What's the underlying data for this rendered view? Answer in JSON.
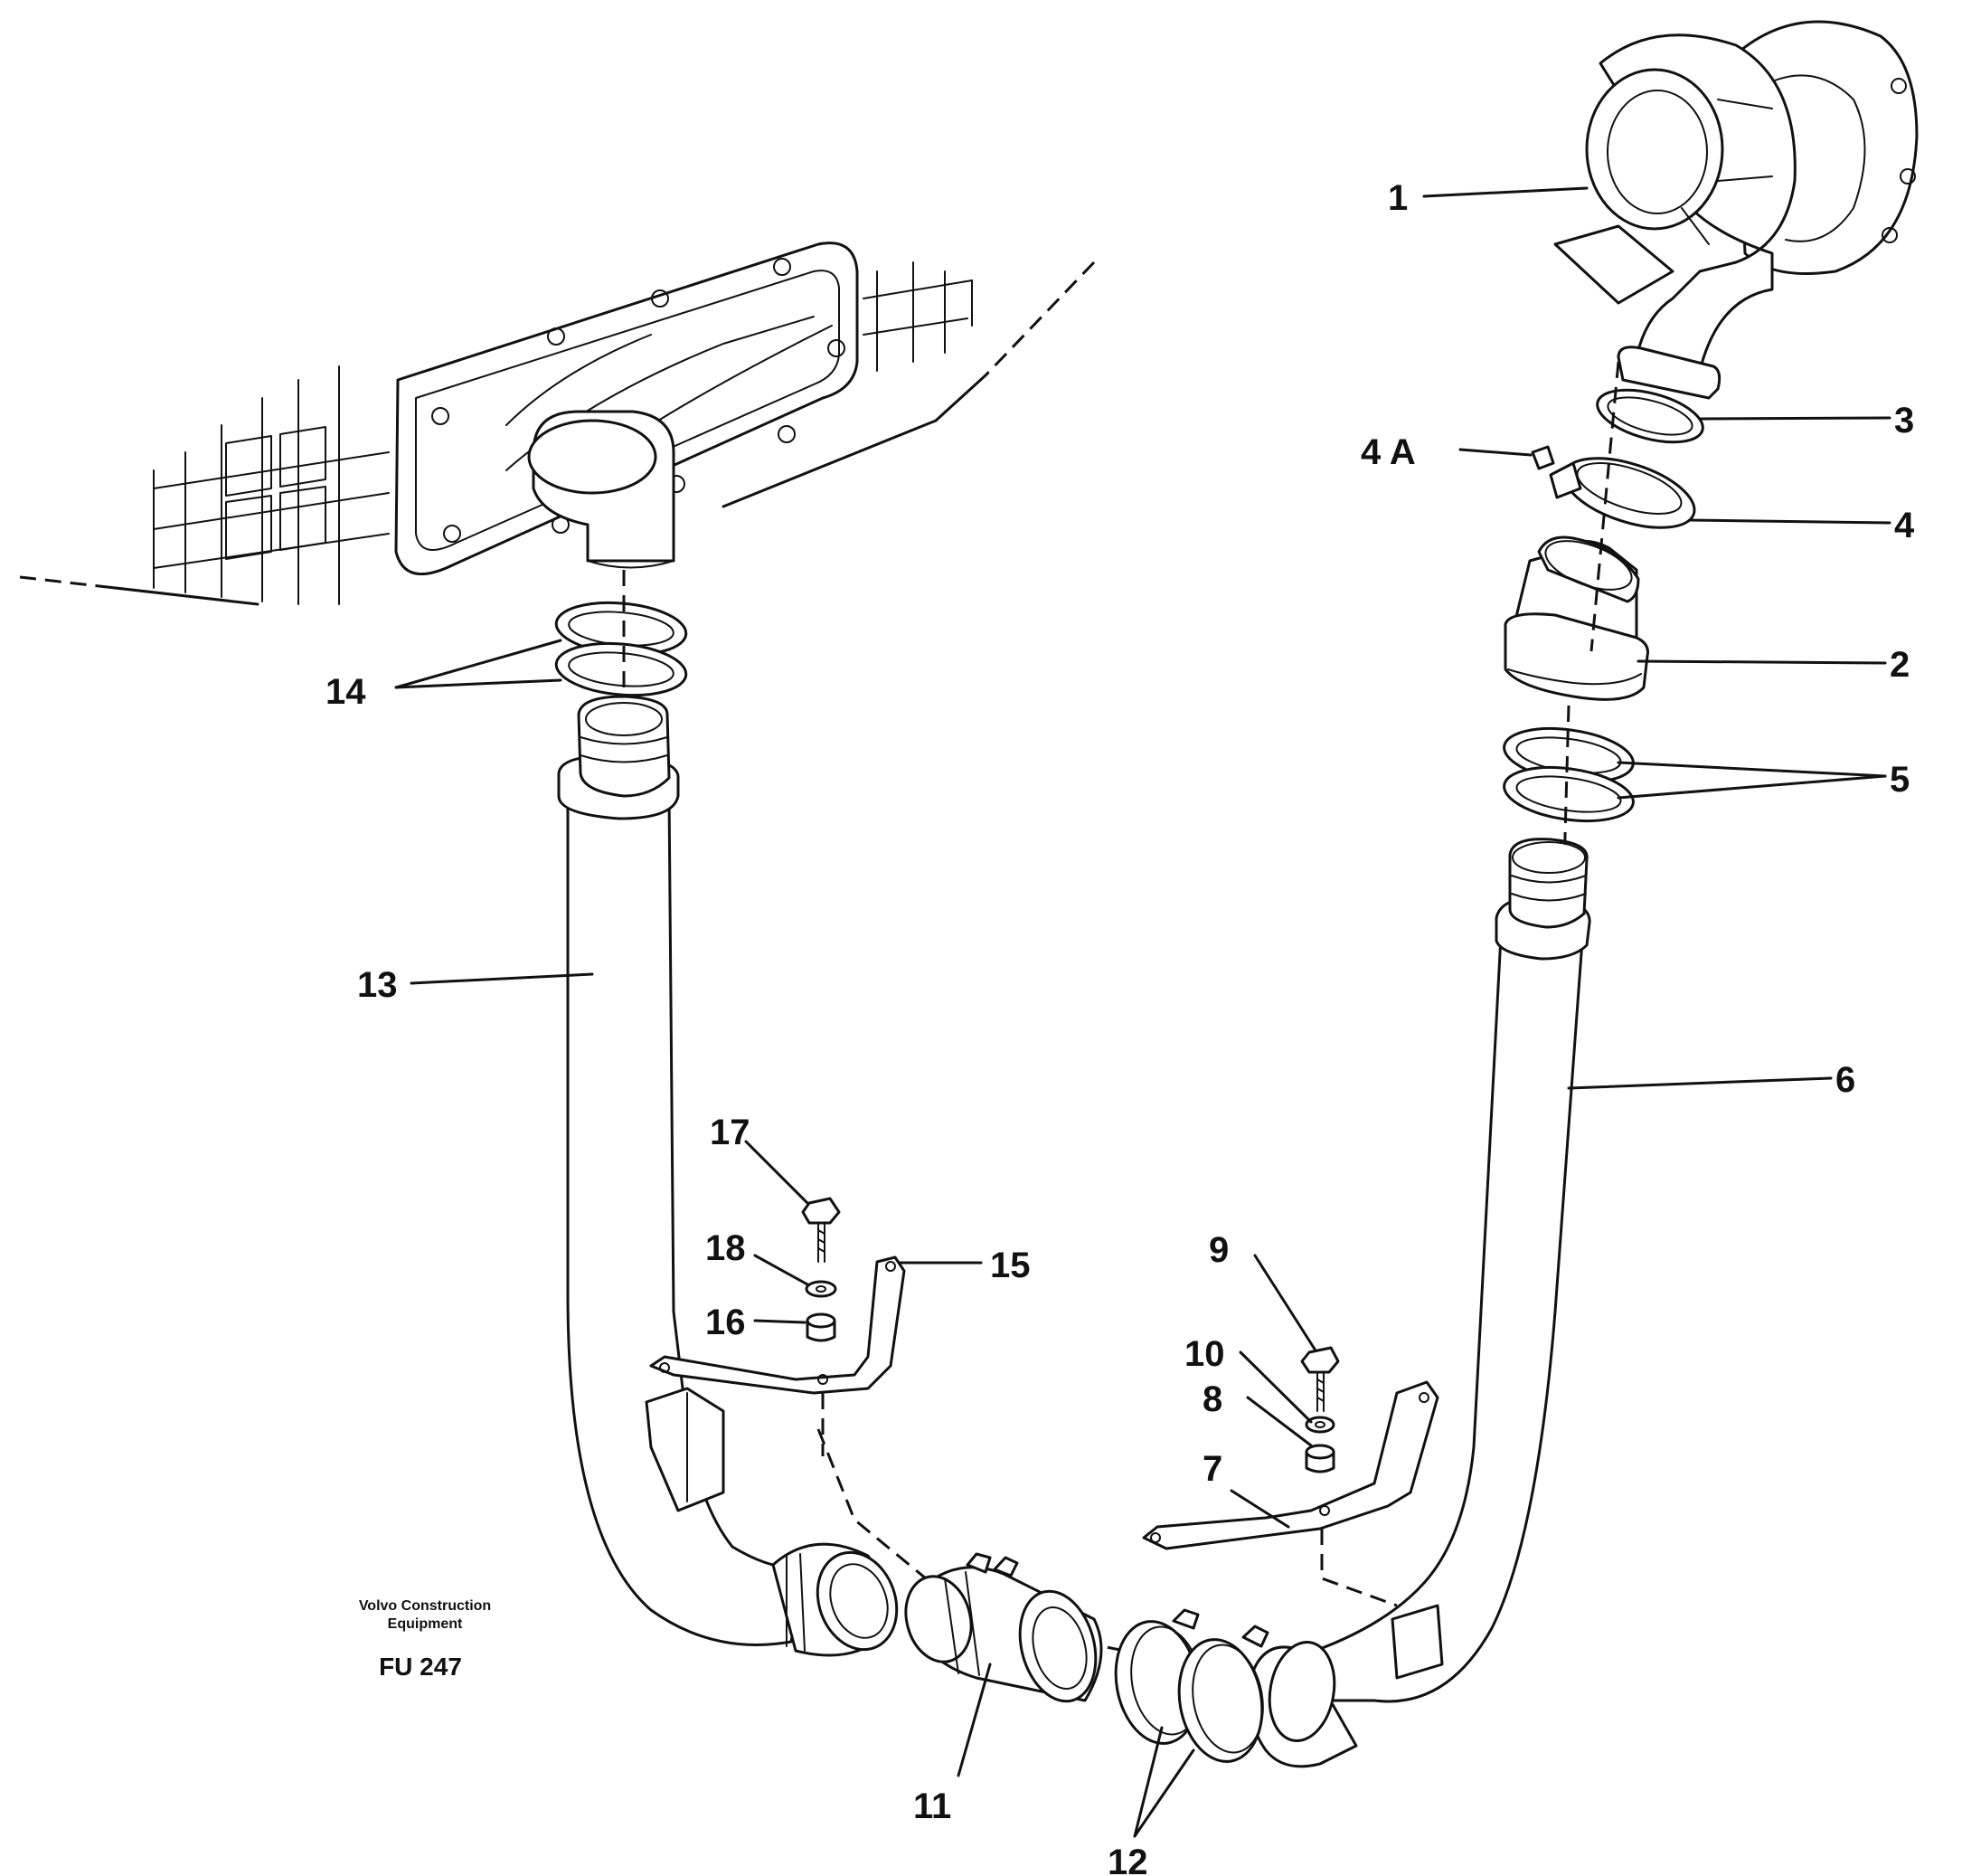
{
  "labels": {
    "l1": "1",
    "l2": "2",
    "l3": "3",
    "l4a": "4 A",
    "l4": "4",
    "l5": "5",
    "l6": "6",
    "l7": "7",
    "l8": "8",
    "l9": "9",
    "l10": "10",
    "l11": "11",
    "l12": "12",
    "l13": "13",
    "l14": "14",
    "l15": "15",
    "l16": "16",
    "l17": "17",
    "l18": "18"
  },
  "caption": {
    "maker_line1": "Volvo Construction",
    "maker_line2": "Equipment",
    "code": "FU 247"
  }
}
